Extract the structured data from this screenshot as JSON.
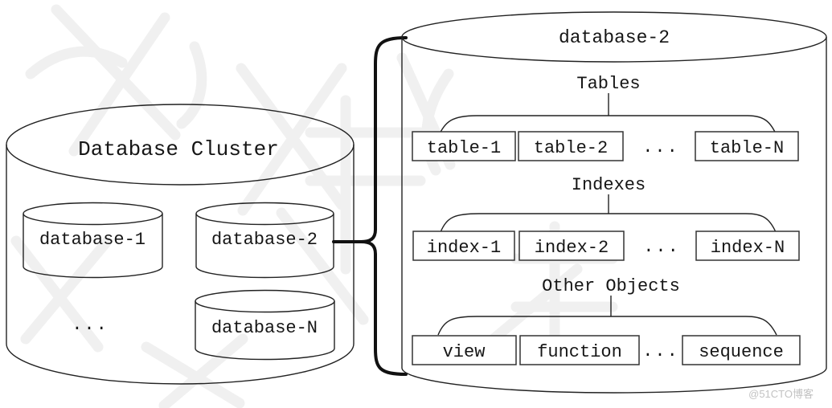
{
  "left_cluster": {
    "title": "Database Cluster",
    "databases": [
      "database-1",
      "database-2",
      "database-N"
    ],
    "ellipsis": "..."
  },
  "detail_db": {
    "title": "database-2",
    "sections": [
      {
        "label": "Tables",
        "items": [
          "table-1",
          "table-2",
          "table-N"
        ],
        "ellipsis": "..."
      },
      {
        "label": "Indexes",
        "items": [
          "index-1",
          "index-2",
          "index-N"
        ],
        "ellipsis": "..."
      },
      {
        "label": "Other Objects",
        "items": [
          "view",
          "function",
          "sequence"
        ],
        "ellipsis": "..."
      }
    ]
  },
  "watermark_badge": "@51CTO博客",
  "colors": {
    "line": "#222222",
    "thick": "#111111",
    "boxline": "#333333",
    "badge": "#c2c2c2",
    "watermark": "#f0f0f0",
    "bg": "#ffffff"
  }
}
